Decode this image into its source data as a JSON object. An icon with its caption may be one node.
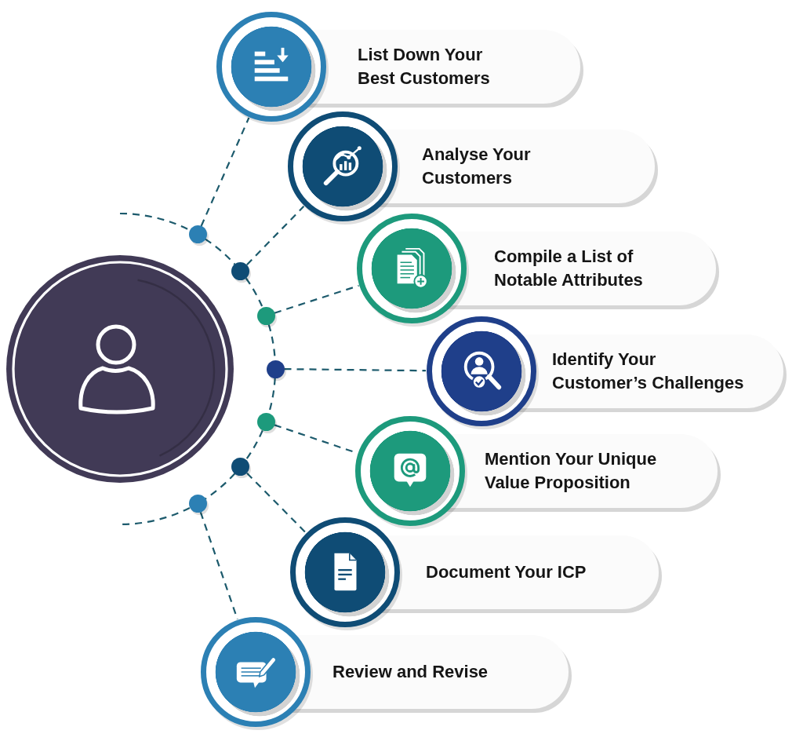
{
  "diagram": {
    "nodes": [
      {
        "text": [
          "List Down Your Best Customers"
        ]
      },
      {
        "text": [
          "Analyse Your Customers"
        ]
      },
      {
        "text": [
          "Compile a List of Notable Attributes"
        ]
      },
      {
        "text": [
          "Identify Your Customer’s Challenges"
        ]
      },
      {
        "text": [
          "Mention Your Unique Value Proposition"
        ]
      },
      {
        "text": [
          "Document Your ICP"
        ]
      },
      {
        "text": [
          "Review and Revise"
        ]
      },
      {
        "text": [],
        "shape": "circle"
      },
      {
        "text": [],
        "shape": "circle"
      },
      {
        "text": [],
        "shape": "circle"
      },
      {
        "text": [],
        "shape": "circle"
      },
      {
        "text": [],
        "shape": "circle"
      },
      {
        "text": [],
        "shape": "circle"
      },
      {
        "text": [],
        "shape": "circle"
      }
    ],
    "edges": [
      {
        "from": 7,
        "to": 0,
        "arrow": "none",
        "style": "dashed"
      },
      {
        "from": 8,
        "to": 1,
        "arrow": "none",
        "style": "dashed"
      },
      {
        "from": 9,
        "to": 2,
        "arrow": "none",
        "style": "dashed"
      },
      {
        "from": 10,
        "to": 3,
        "arrow": "none",
        "style": "dashed"
      },
      {
        "from": 11,
        "to": 4,
        "arrow": "none",
        "style": "dashed"
      },
      {
        "from": 12,
        "to": 5,
        "arrow": "none",
        "style": "dashed"
      },
      {
        "from": 13,
        "to": 6,
        "arrow": "none",
        "style": "dashed"
      },
      {
        "from": null,
        "to": 7,
        "arrow": "none",
        "style": "dashed"
      },
      {
        "from": 7,
        "to": 8,
        "arrow": "none",
        "style": "dashed"
      },
      {
        "from": 8,
        "to": 9,
        "arrow": "none",
        "style": "dashed"
      },
      {
        "from": 9,
        "to": 10,
        "arrow": "none",
        "style": "dashed"
      },
      {
        "from": 10,
        "to": 11,
        "arrow": "none",
        "style": "dashed"
      },
      {
        "from": 11,
        "to": 12,
        "arrow": "none",
        "style": "dashed"
      },
      {
        "from": 12,
        "to": 13,
        "arrow": "none",
        "style": "dashed"
      },
      {
        "from": 13,
        "to": null,
        "arrow": "none",
        "style": "dashed"
      }
    ]
  }
}
